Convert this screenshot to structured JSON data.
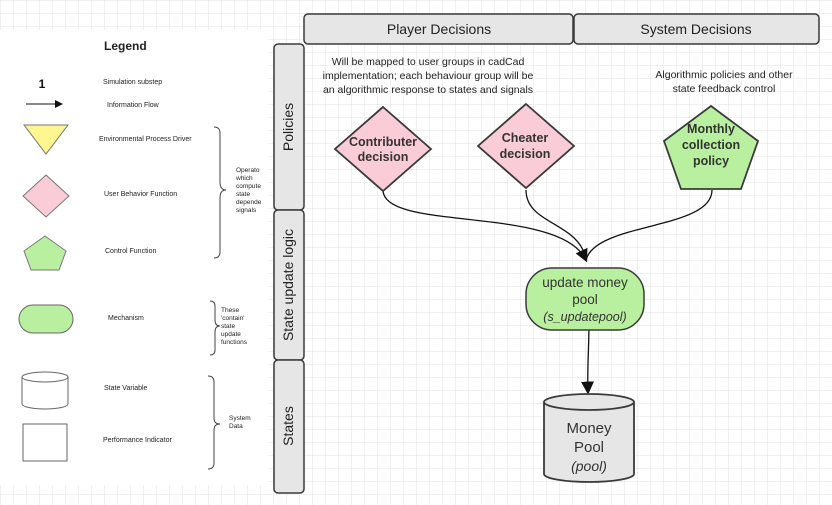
{
  "legend": {
    "title": "Legend",
    "items": [
      {
        "symbol": "1",
        "label": "Simulation substep"
      },
      {
        "label": "Information Flow"
      },
      {
        "label": "Environmental Process Driver"
      },
      {
        "label": "User Behavior Function"
      },
      {
        "label": "Control Function"
      },
      {
        "label": "Mechanism"
      },
      {
        "label": "State Variable"
      },
      {
        "label": "Performance Indicator"
      }
    ],
    "notes": {
      "operators": [
        "Operato",
        "which",
        "compute",
        "state",
        "depende",
        "signals"
      ],
      "mechanism": [
        "These",
        "'contain'",
        "state",
        "update",
        "functions"
      ],
      "system": [
        "System",
        "Data"
      ]
    }
  },
  "columns": {
    "player": "Player Decisions",
    "system": "System Decisions"
  },
  "rows": {
    "policies": "Policies",
    "state_update": "State update logic",
    "states": "States"
  },
  "annotations": {
    "player_note": [
      "Will be mapped to user groups in cadCad",
      "implementation; each behaviour group will be",
      "an algorithmic response to states and signals"
    ],
    "system_note": [
      "Algorithmic policies and other",
      "state feedback control"
    ]
  },
  "nodes": {
    "contributer": [
      "Contributer",
      "decision"
    ],
    "cheater": [
      "Cheater",
      "decision"
    ],
    "monthly": [
      "Monthly",
      "collection",
      "policy"
    ],
    "update": {
      "lines": [
        "update money",
        "pool"
      ],
      "sub": "(s_updatepool)"
    },
    "pool": {
      "lines": [
        "Money",
        "Pool"
      ],
      "sub": "(pool)"
    }
  },
  "colors": {
    "pink": "#f9ccd7",
    "green": "#b9f0a0",
    "yellow": "#fff68f",
    "header": "#e6e6e6",
    "grid": "#e2e2e2"
  }
}
